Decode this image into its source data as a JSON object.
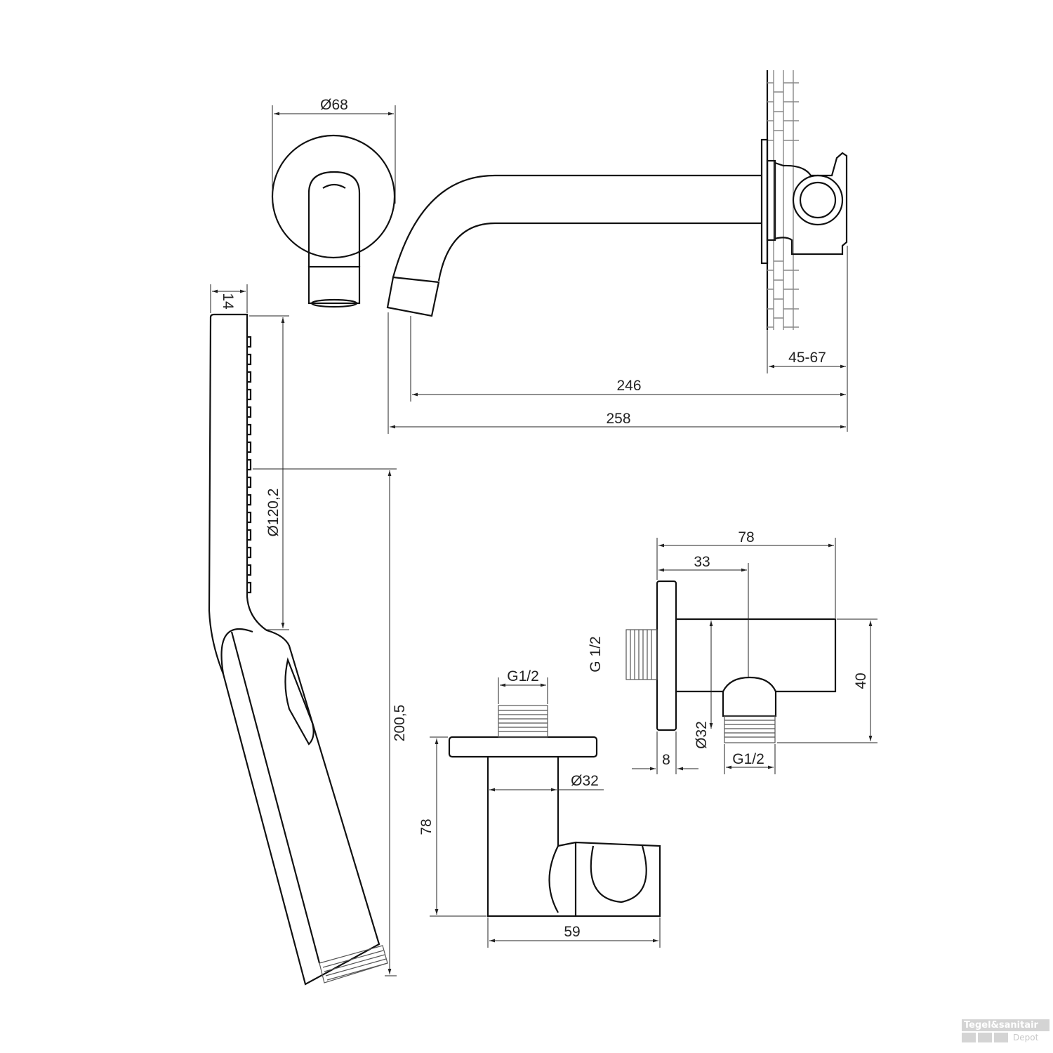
{
  "dimensions": {
    "escutcheon_diameter": "Ø68",
    "wall_depth": "45-67",
    "spout_reach_inner": "246",
    "spout_reach_total": "258",
    "handshower_thickness": "14",
    "handshower_head_diameter": "Ø120,2",
    "handshower_length": "200,5",
    "holder_thread": "G1/2",
    "holder_body_diameter": "Ø32",
    "holder_height": "78",
    "holder_depth": "59",
    "outlet_length": "78",
    "outlet_offset": "33",
    "outlet_inlet_thread": "G 1/2",
    "outlet_height": "40",
    "outlet_body_diameter": "Ø32",
    "outlet_flange_thickness": "8",
    "outlet_outlet_thread": "G1/2"
  },
  "watermark": {
    "brand": "Tegel&sanitair",
    "sub": "Depot"
  }
}
